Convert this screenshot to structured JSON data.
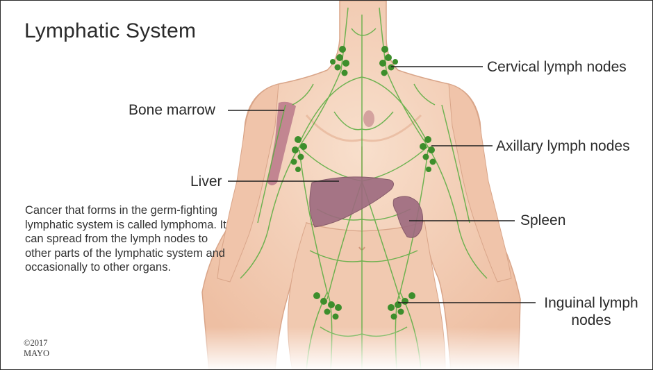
{
  "title": "Lymphatic System",
  "labels": {
    "cervical": "Cervical lymph nodes",
    "bone_marrow": "Bone marrow",
    "axillary": "Axillary lymph nodes",
    "liver": "Liver",
    "spleen": "Spleen",
    "inguinal_line1": "Inguinal lymph",
    "inguinal_line2": "nodes"
  },
  "description": "Cancer that forms in the germ-fighting lymphatic system is called lymphoma. It can spread from the lymph nodes to other parts of the lymphatic system and occasionally to other organs.",
  "copyright": {
    "year": "©2017",
    "owner": "MAYO"
  },
  "colors": {
    "skin": "#f4d3bd",
    "skin_shadow": "#e8b79c",
    "lymph": "#4fa83a",
    "node": "#3c8f2b",
    "organ": "#9e6a7e",
    "leader": "#1e1e1e"
  }
}
